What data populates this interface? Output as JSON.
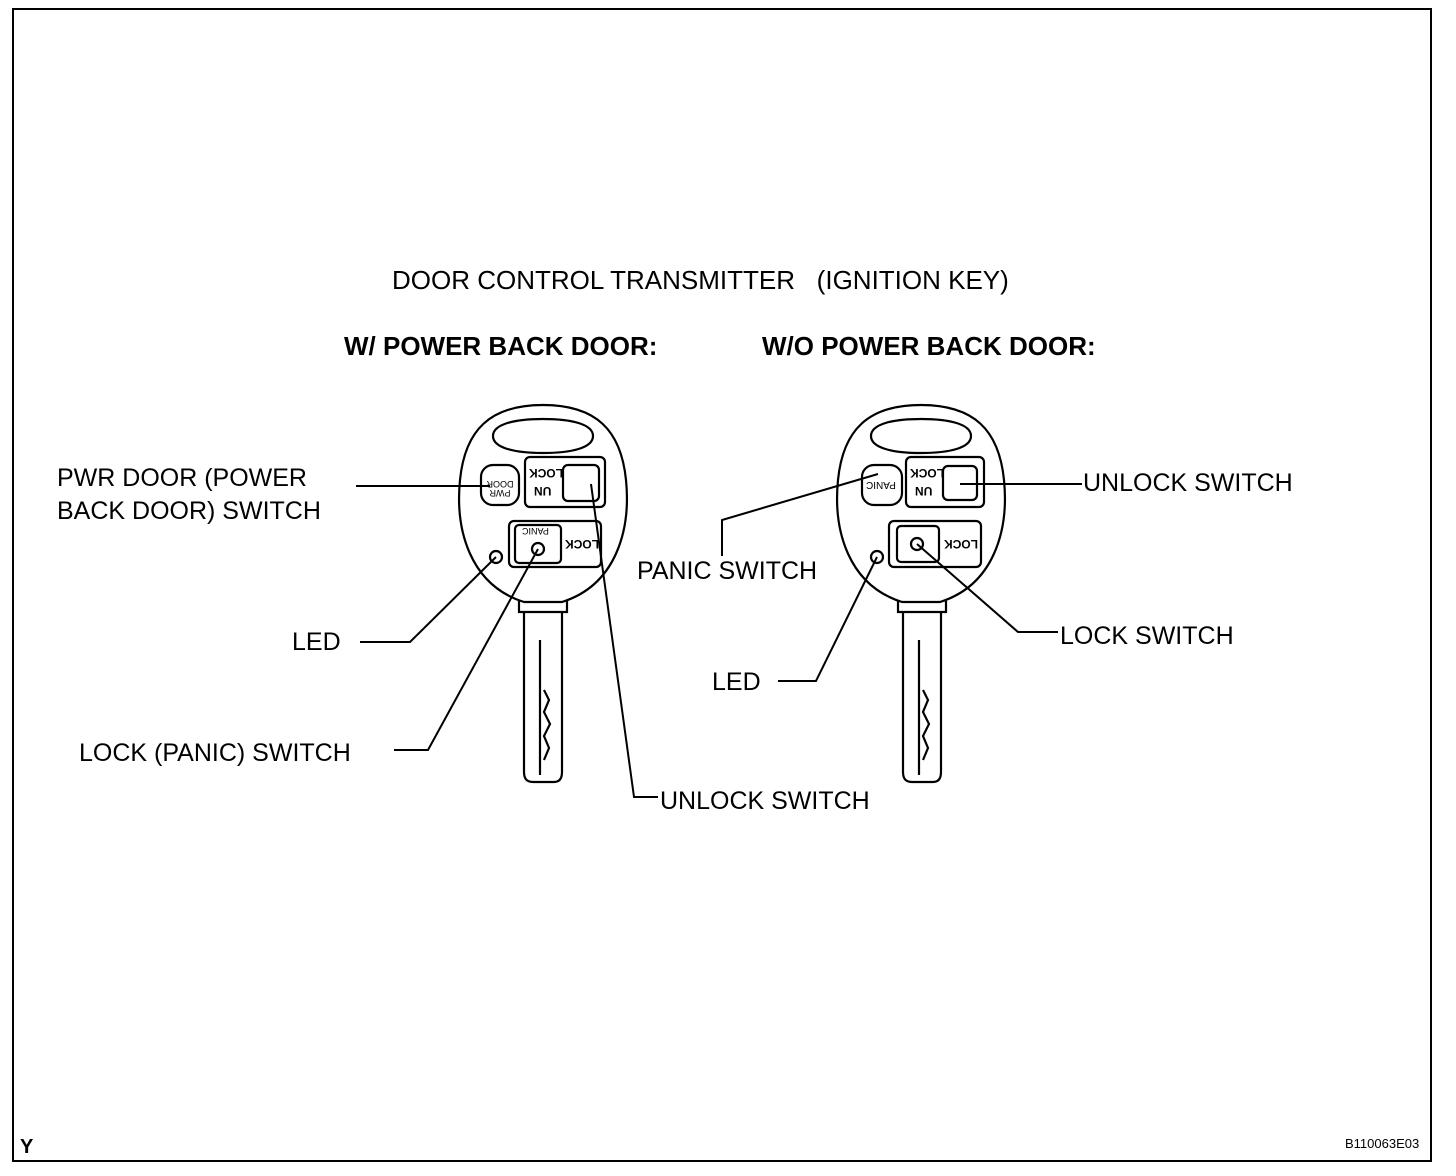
{
  "title": "DOOR CONTROL TRANSMITTER   (IGNITION KEY)",
  "variants": {
    "with_power_back_door": {
      "heading": "W/ POWER BACK DOOR:",
      "labels": {
        "pwr_door_line1": "PWR DOOR (POWER",
        "pwr_door_line2": "BACK DOOR) SWITCH",
        "led": "LED",
        "lock_panic": "LOCK (PANIC) SWITCH",
        "unlock": "UNLOCK SWITCH"
      },
      "button_text": {
        "un": "UN",
        "lock_top": "LOCK",
        "pwr_door": "PWR DOOR",
        "lock_bottom": "LOCK",
        "panic": "PANIC"
      }
    },
    "without_power_back_door": {
      "heading": "W/O POWER BACK DOOR:",
      "labels": {
        "unlock": "UNLOCK SWITCH",
        "panic": "PANIC SWITCH",
        "lock": "LOCK SWITCH",
        "led": "LED"
      },
      "button_text": {
        "un": "UN",
        "lock_top": "LOCK",
        "panic": "PANIC",
        "lock_bottom": "LOCK"
      }
    }
  },
  "footer": {
    "left_code": "Y",
    "figure_id": "B110063E03"
  }
}
